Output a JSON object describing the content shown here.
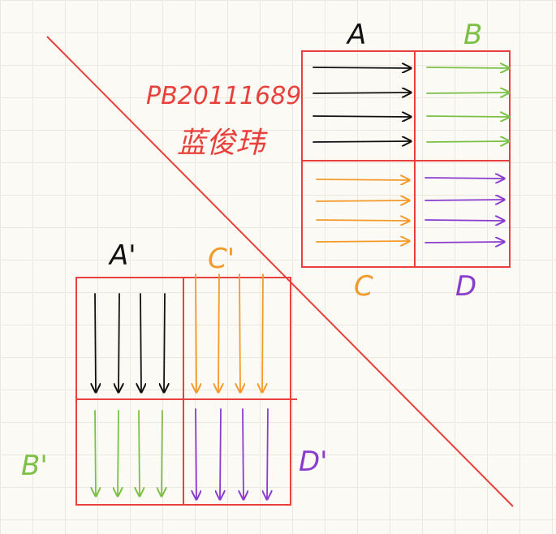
{
  "student_id": "PB20111689",
  "student_name": "蓝俊玮",
  "matrix_original": {
    "labels": {
      "a": "A",
      "b": "B",
      "c": "C",
      "d": "D"
    },
    "arrow_direction": "horizontal-right",
    "arrows_per_block": {
      "a": 4,
      "b": 4,
      "c": 4,
      "d": 4
    }
  },
  "matrix_transposed": {
    "labels": {
      "a": "A'",
      "b": "B'",
      "c": "C'",
      "d": "D'"
    },
    "arrow_direction": "vertical-down",
    "arrows_per_block": {
      "a": 4,
      "b": 4,
      "c": 4,
      "d": 4
    }
  },
  "colors": {
    "a": "#111111",
    "b": "#7cc046",
    "c": "#f39a2b",
    "d": "#8a3ccf",
    "grid": "#e8403a",
    "note": "#e8403a"
  }
}
